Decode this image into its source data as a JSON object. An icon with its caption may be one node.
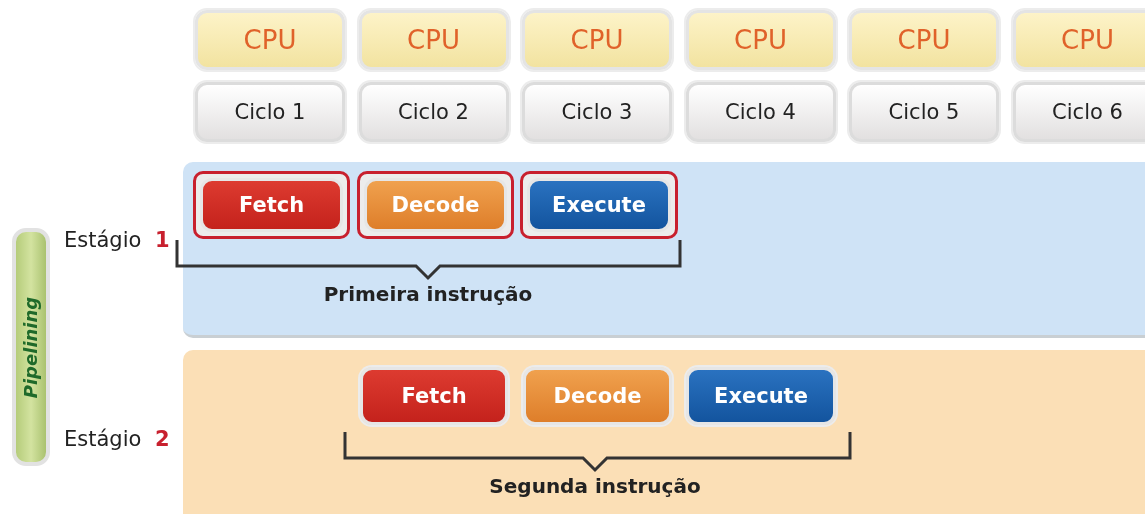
{
  "diagram": {
    "nodes": [
      {
        "text": [
          "CPU"
        ]
      },
      {
        "text": [
          "CPU"
        ]
      },
      {
        "text": [
          "CPU"
        ]
      },
      {
        "text": [
          "CPU"
        ]
      },
      {
        "text": [
          "CPU"
        ]
      },
      {
        "text": [
          "CPU"
        ]
      },
      {
        "text": [
          "Ciclo 1"
        ]
      },
      {
        "text": [
          "Ciclo 2"
        ]
      },
      {
        "text": [
          "Ciclo 3"
        ]
      },
      {
        "text": [
          "Ciclo 4"
        ]
      },
      {
        "text": [
          "Ciclo 5"
        ]
      },
      {
        "text": [
          "Ciclo 6"
        ]
      },
      {
        "text": [
          "Pipelining"
        ]
      },
      {
        "text": [
          "Primeira instrução"
        ]
      },
      {
        "text": [
          "Fetch"
        ],
        "in": 13
      },
      {
        "text": [
          "Decode"
        ],
        "in": 13
      },
      {
        "text": [
          "Execute"
        ],
        "in": 13
      },
      {
        "text": [
          "Segunda instrução"
        ]
      },
      {
        "text": [
          "Fetch"
        ],
        "in": 17
      },
      {
        "text": [
          "Decode"
        ],
        "in": 17
      },
      {
        "text": [
          "Execute"
        ],
        "in": 17
      }
    ],
    "labels": [
      "Estágio",
      "1",
      "Estágio",
      "2"
    ]
  }
}
